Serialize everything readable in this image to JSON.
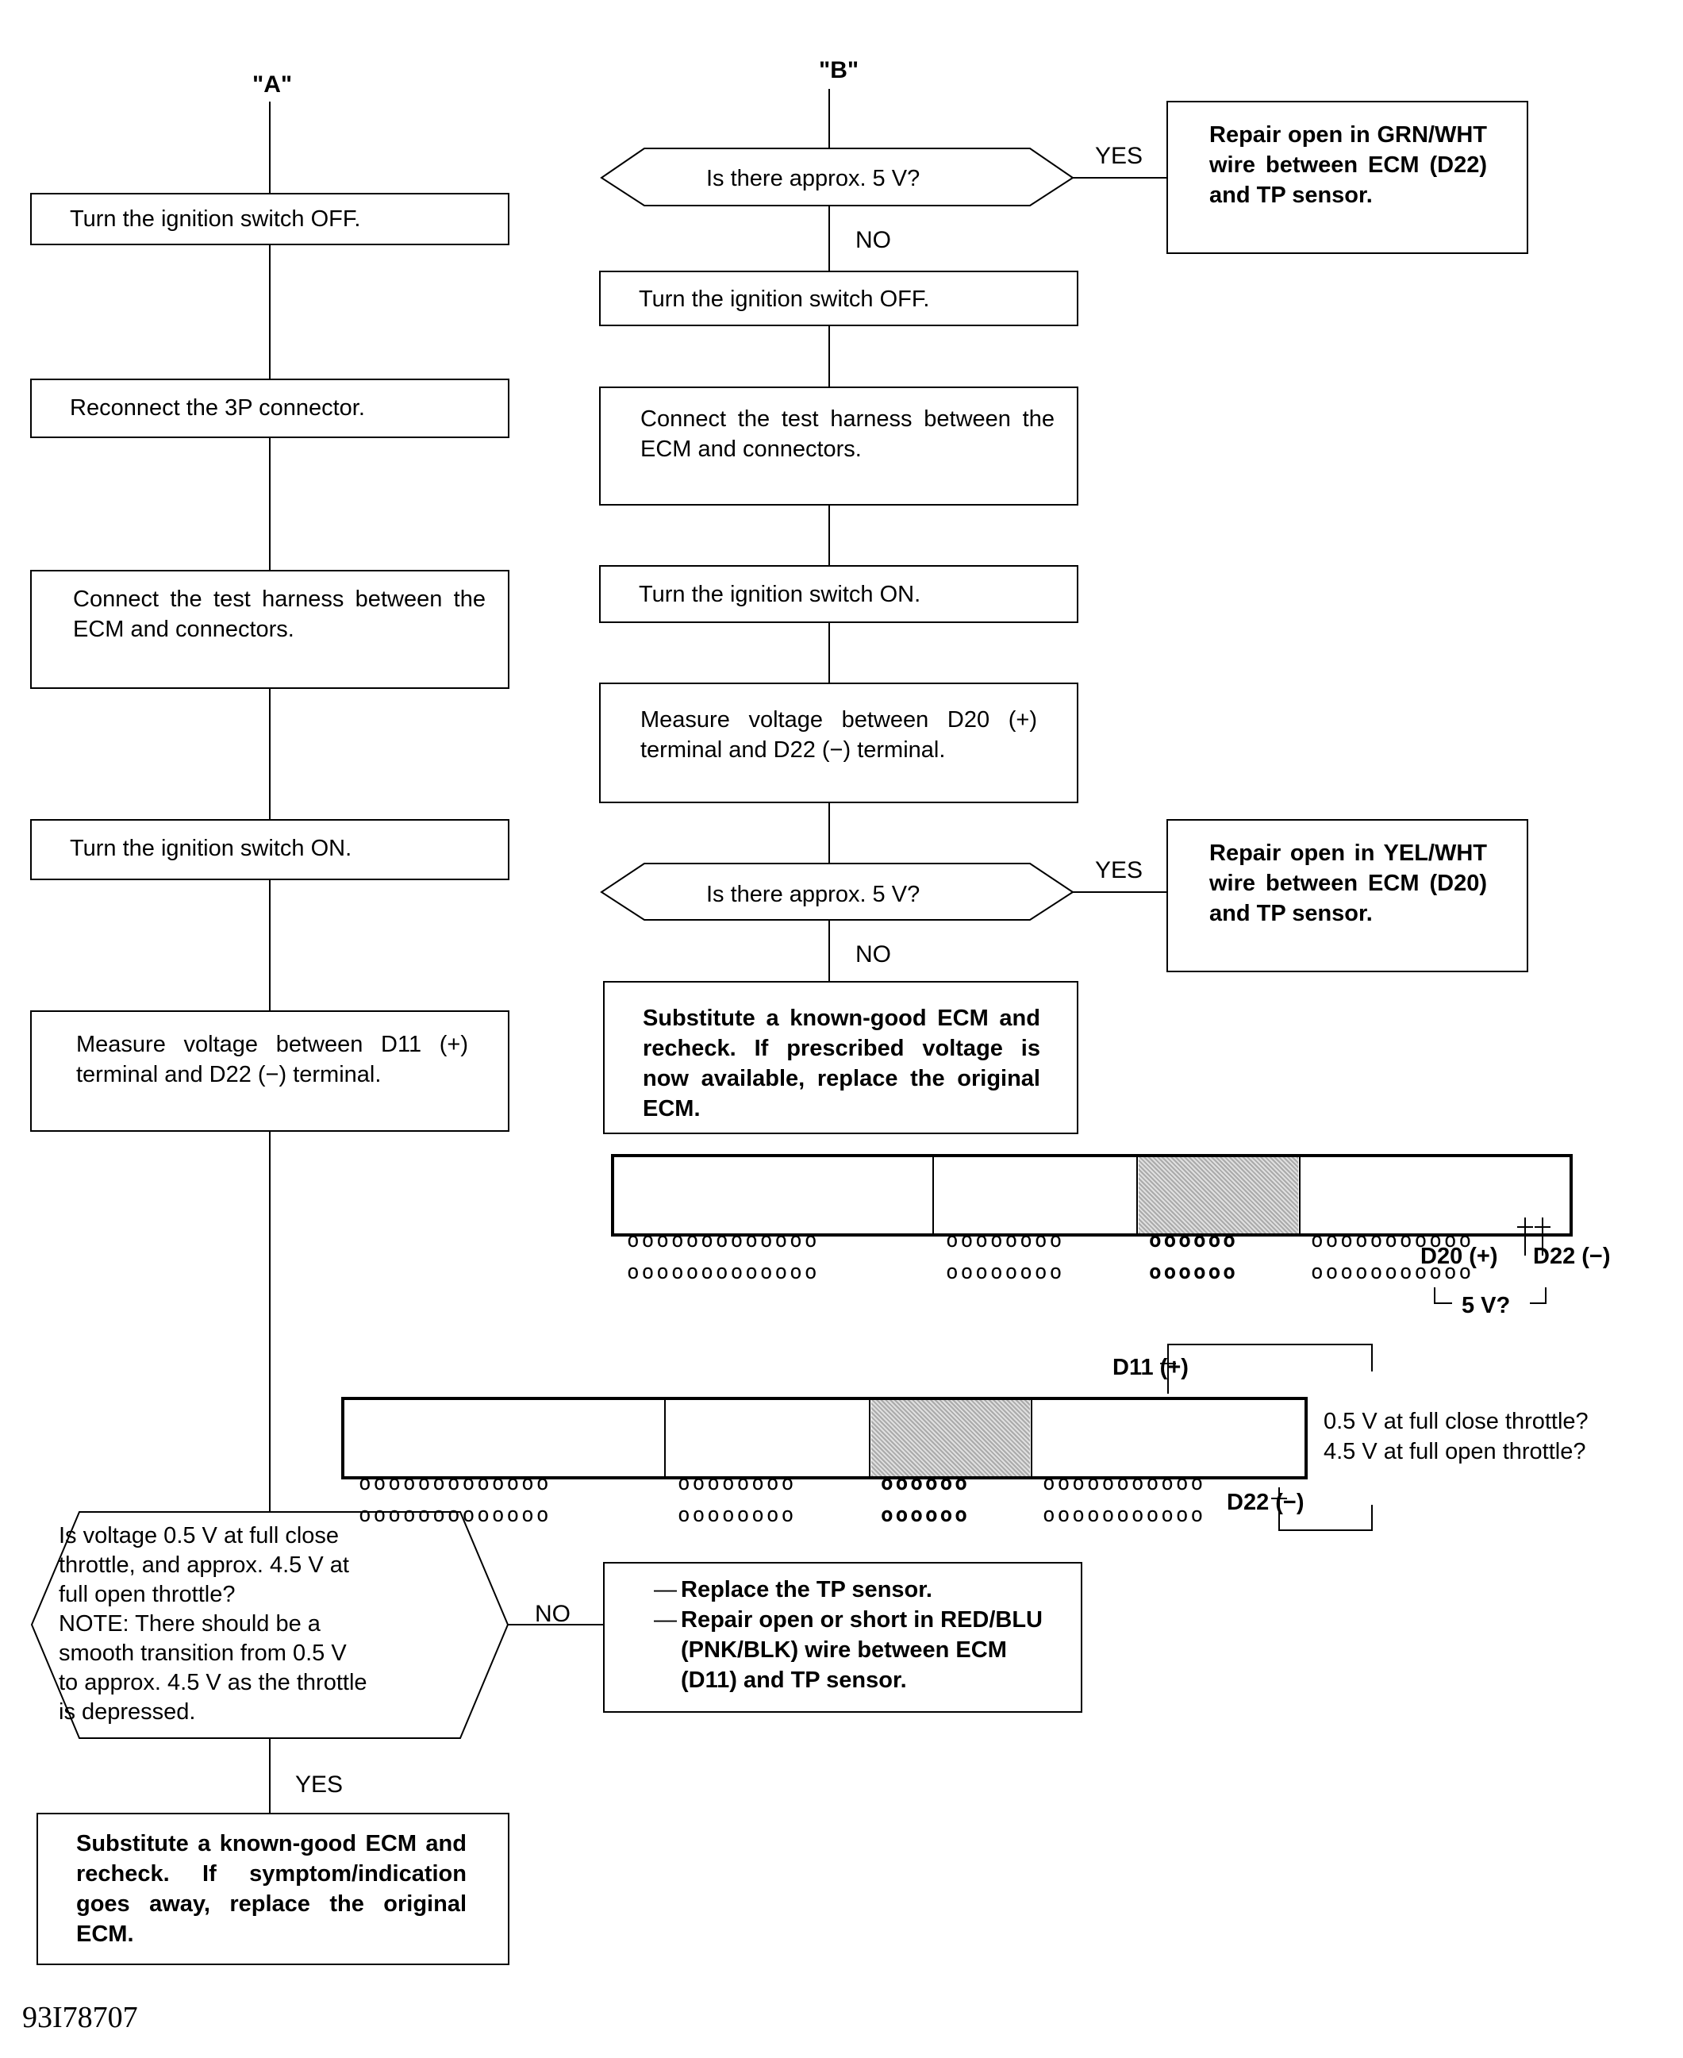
{
  "column_a": {
    "label": "\"A\"",
    "steps": [
      "Turn the ignition switch OFF.",
      "Reconnect the 3P connector.",
      "Connect the test harness between the ECM and connectors.",
      "Turn the ignition switch ON.",
      "Measure voltage between D11 (+) terminal and D22 (−) terminal."
    ],
    "decision_lines": [
      "Is voltage 0.5 V at full close",
      "throttle, and approx. 4.5 V at",
      "full open throttle?",
      "NOTE: There should be a",
      "smooth transition from 0.5 V",
      "to approx. 4.5 V as the throttle",
      "is depressed."
    ],
    "no_label": "NO",
    "yes_label": "YES",
    "no_action": [
      "Replace the TP sensor.",
      "Repair open or short in RED/BLU (PNK/BLK) wire between ECM (D11) and TP sensor."
    ],
    "yes_action": "Substitute a known-good ECM and recheck. If symptom/indication goes away, replace the original ECM."
  },
  "column_b": {
    "label": "\"B\"",
    "decision1": "Is there approx. 5 V?",
    "decision1_yes": "YES",
    "decision1_no": "NO",
    "yes_action1": "Repair open in GRN/WHT wire between ECM (D22) and TP sensor.",
    "steps": [
      "Turn the ignition switch OFF.",
      "Connect the test harness between the ECM and connectors.",
      "Turn the ignition switch ON.",
      "Measure voltage between D20 (+) terminal and D22 (−) terminal."
    ],
    "decision2": "Is there approx. 5 V?",
    "decision2_yes": "YES",
    "decision2_no": "NO",
    "yes_action2": "Repair open in YEL/WHT wire between ECM (D20) and TP sensor.",
    "no_action2": "Substitute a known-good ECM and recheck. If prescribed voltage is now available, replace the original ECM."
  },
  "connector1": {
    "row": [
      "ooooooooooooo",
      "oooooooo",
      "oooooo",
      "ooooooooooo"
    ],
    "d20_label": "D20 (+)",
    "d22_label": "D22 (−)",
    "voltage_label": "5 V?"
  },
  "connector2": {
    "row": [
      "ooooooooooooo",
      "oooooooo",
      "oooooo",
      "ooooooooooo"
    ],
    "d11_label": "D11 (+)",
    "d22_label": "D22 (−)",
    "reading_lines": [
      "0.5 V at full close throttle?",
      "4.5 V at full open throttle?"
    ]
  },
  "figure_code": "93I78707"
}
